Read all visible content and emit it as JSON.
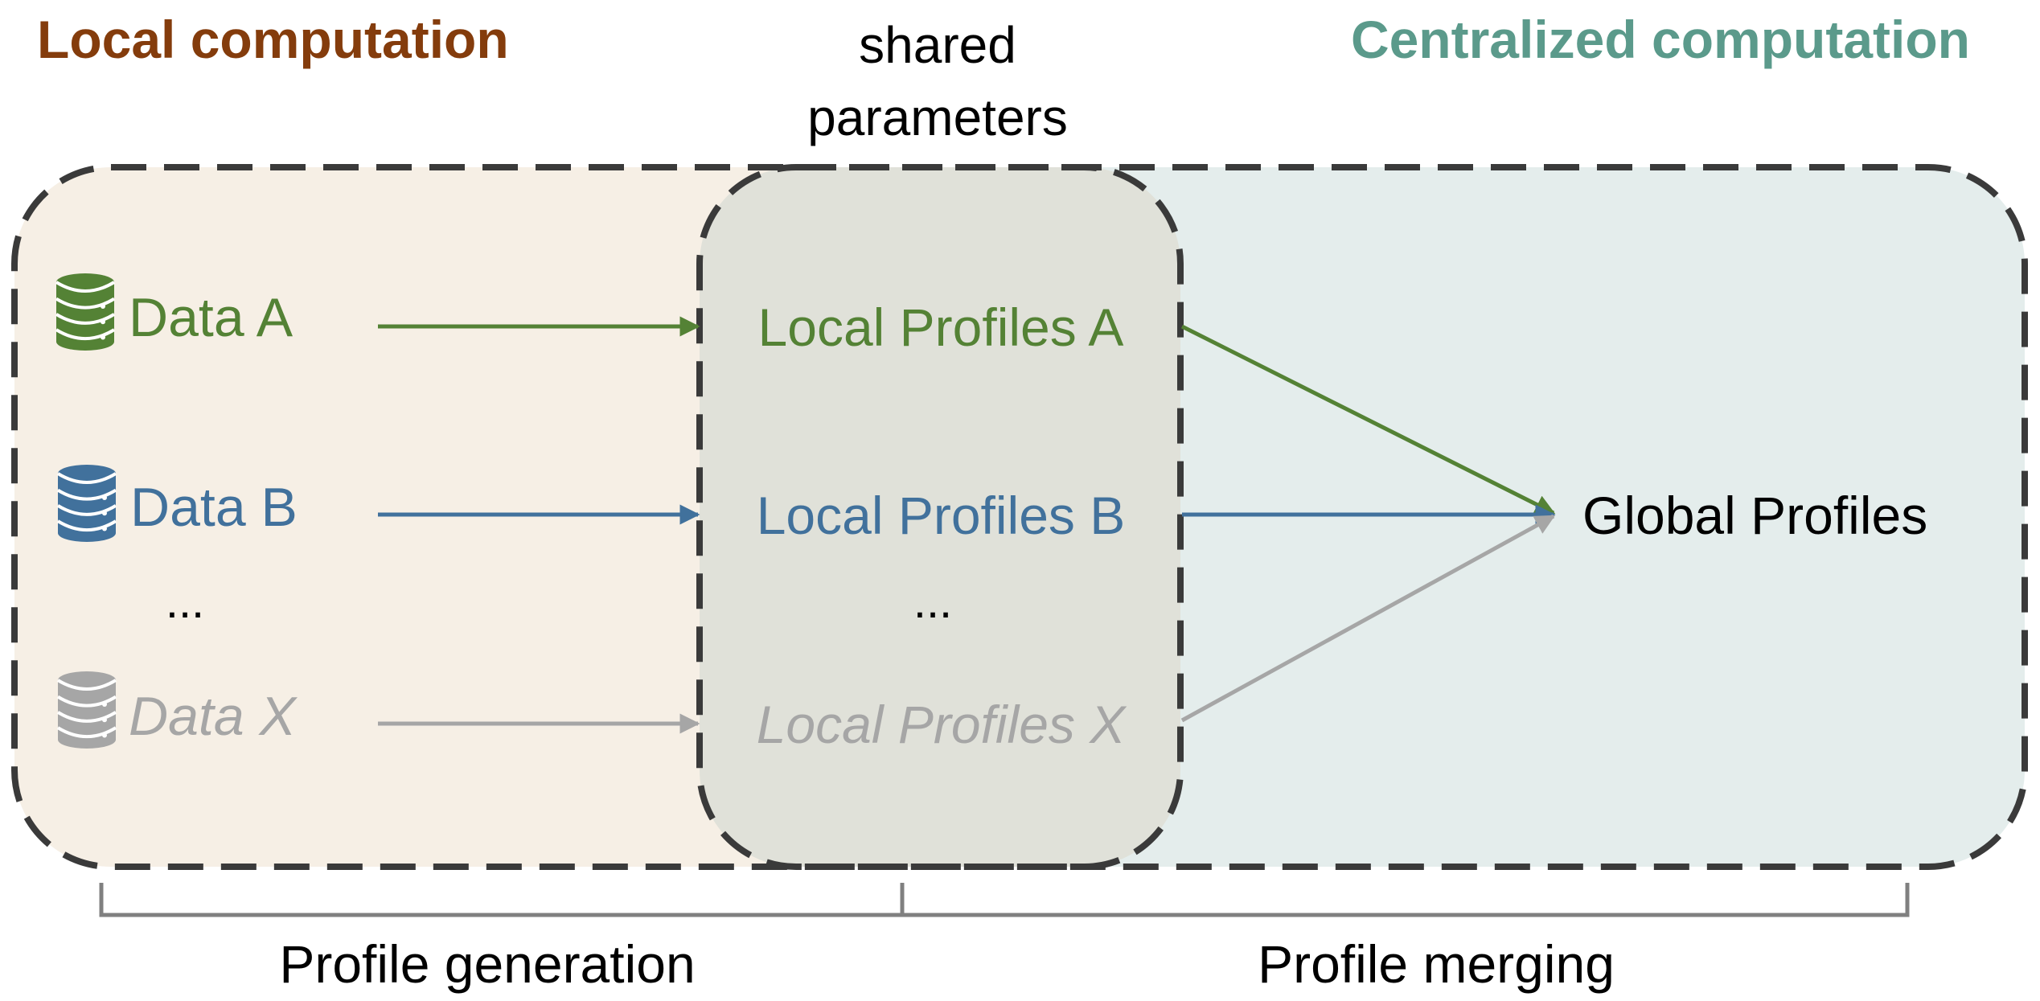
{
  "headers": {
    "local": "Local computation",
    "shared_line1": "shared",
    "shared_line2": "parameters",
    "central": "Centralized computation"
  },
  "sources": [
    {
      "label": "Data A",
      "icon": "database-icon",
      "color": "#548235"
    },
    {
      "label": "Data B",
      "icon": "database-icon",
      "color": "#41719C"
    },
    {
      "label": "Data X",
      "icon": "database-icon",
      "color": "#A6A6A6"
    }
  ],
  "ellipsis": "...",
  "local_profiles": [
    {
      "label": "Local Profiles A",
      "color": "#548235"
    },
    {
      "label": "Local Profiles B",
      "color": "#41719C"
    },
    {
      "label": "Local Profiles X",
      "color": "#A6A6A6"
    }
  ],
  "global_profiles": "Global Profiles",
  "stages": {
    "generation": "Profile generation",
    "merging": "Profile merging"
  },
  "colors": {
    "local_header": "#843C0C",
    "central_header": "#5B9A8B",
    "local_zone_fill": "#F6EFE5",
    "central_zone_fill": "#E4EDEC",
    "shared_zone_fill": "#E0E1D9",
    "border": "#3A3A3A",
    "bracket": "#808080",
    "text": "#000000"
  }
}
